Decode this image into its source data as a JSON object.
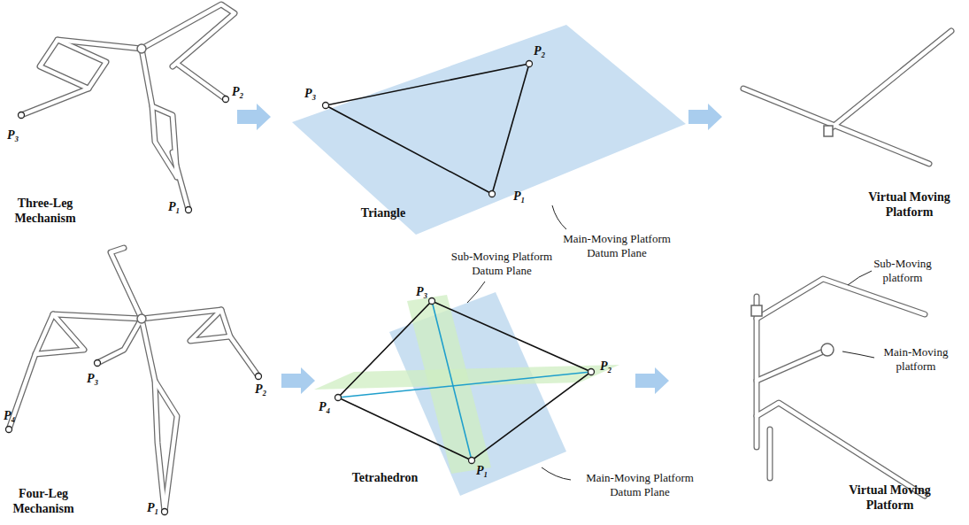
{
  "diagram": {
    "labels": [
      "P₃",
      "P₂",
      "P₁",
      "Three-Leg Mechanism",
      "P₂",
      "P₃",
      "P₁",
      "Triangle",
      "Main-Moving Platform Datum Plane",
      "Virtual Moving Platform",
      "P₃",
      "P₂",
      "P₄",
      "P₁",
      "Four-Leg Mechanism",
      "Sub-Moving Platform Datum Plane",
      "P₃",
      "P₂",
      "P₄",
      "P₁",
      "Tetrahedron",
      "Main-Moving Platform Datum Plane",
      "Sub-Moving platform",
      "Main-Moving platform",
      "Virtual Moving Platform"
    ]
  }
}
